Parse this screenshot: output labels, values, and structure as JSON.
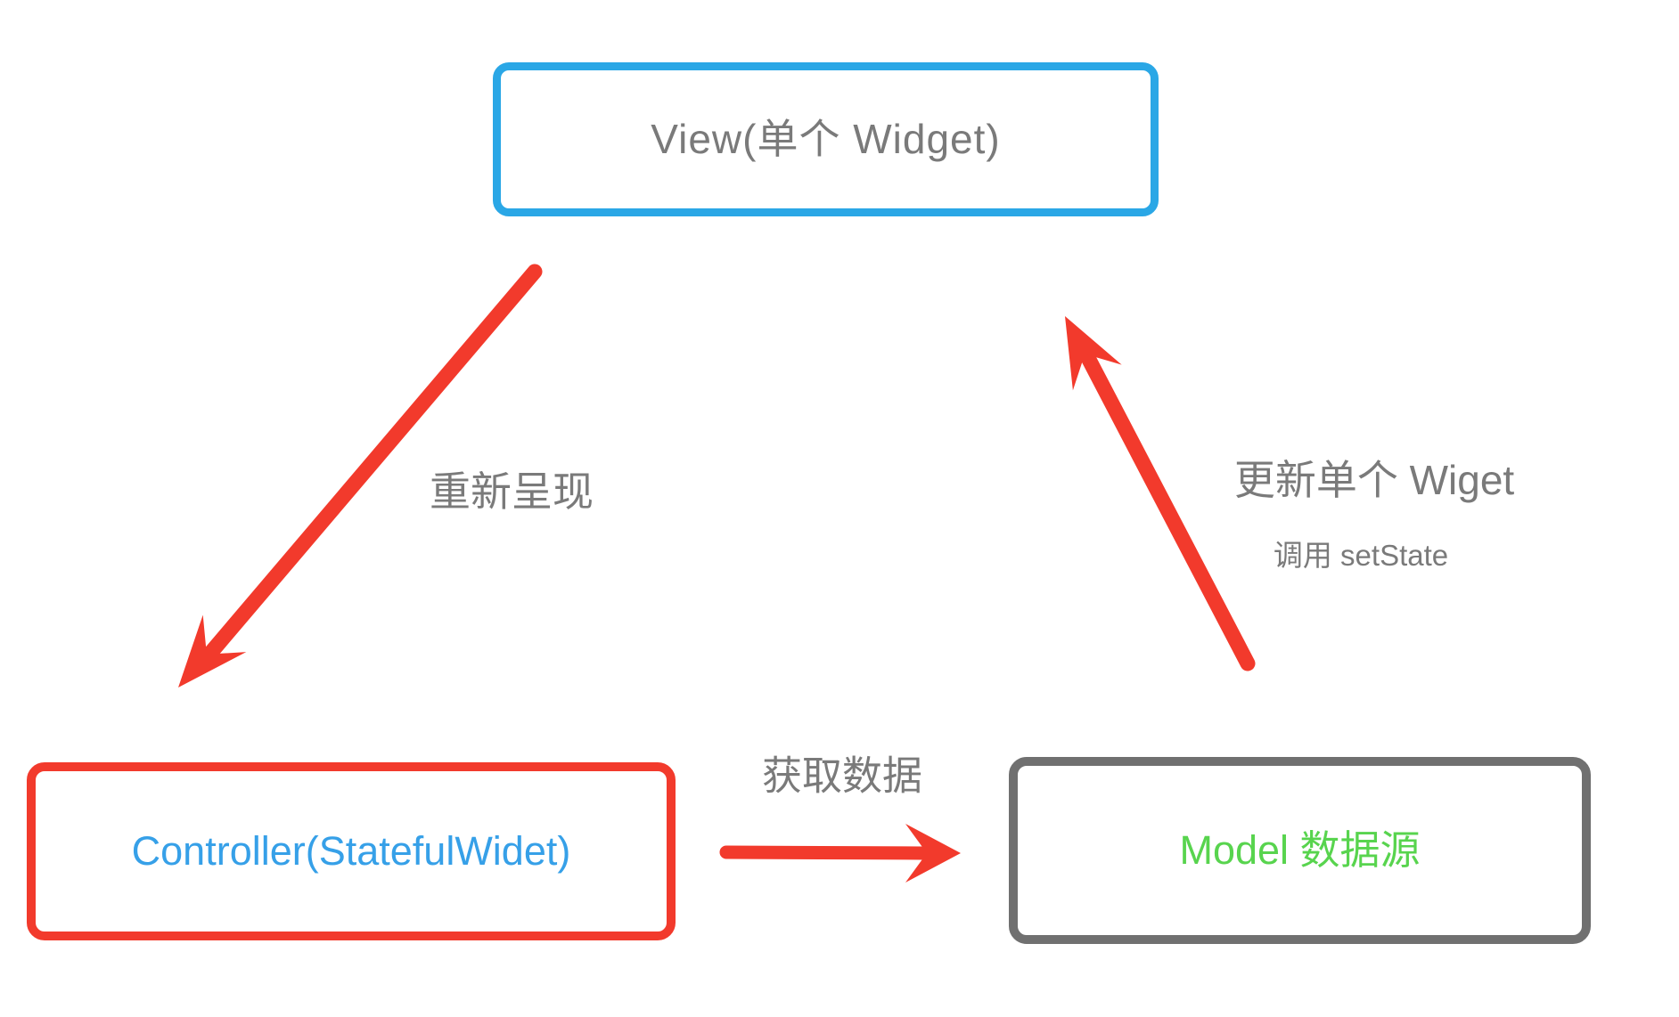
{
  "diagram": {
    "title": "Flutter MVC data-flow diagram",
    "nodes": {
      "view": {
        "label": "View(单个 Widget)"
      },
      "controller": {
        "label": "Controller(StatefulWidet)"
      },
      "model": {
        "label": "Model 数据源"
      }
    },
    "edges": {
      "view_to_controller": {
        "label": "重新呈现",
        "direction": "View → Controller"
      },
      "controller_to_model": {
        "label": "获取数据",
        "direction": "Controller → Model"
      },
      "model_to_view": {
        "label": "更新单个 Wiget",
        "sublabel": "调用 setState",
        "direction": "Model → View"
      }
    }
  },
  "colors": {
    "arrow-red": "#f23a2c",
    "view-border-blue": "#2aa7e6",
    "controller-border-red": "#f23a2c",
    "controller-text-blue": "#36a0e8",
    "model-border-gray": "#707070",
    "model-text-green": "#58d44e",
    "label-gray": "#7a7a7a",
    "bg": "#ffffff"
  }
}
